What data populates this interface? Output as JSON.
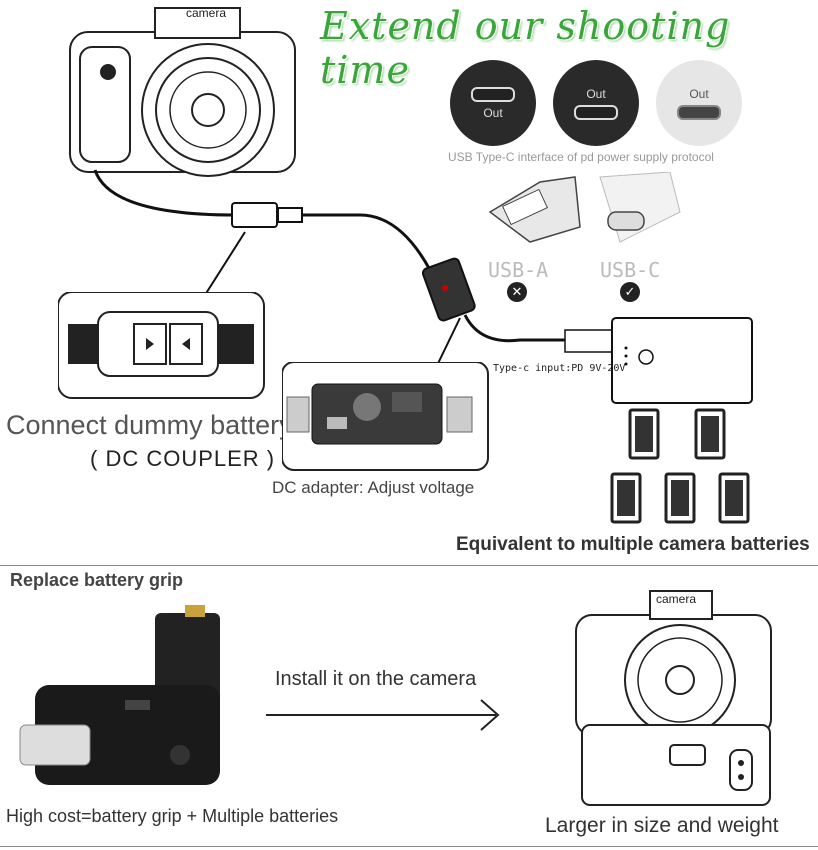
{
  "header": {
    "title": "Extend our shooting time"
  },
  "camera_top": {
    "label": "camera"
  },
  "camera_bottom": {
    "label": "camera"
  },
  "ports": [
    {
      "label": "Out",
      "style": "dark"
    },
    {
      "label": "Out",
      "style": "dark"
    },
    {
      "label": "Out",
      "style": "light"
    }
  ],
  "ports_caption": "USB Type-C interface of pd power supply protocol",
  "usb": {
    "a_label": "USB-A",
    "a_mark": "✕",
    "c_label": "USB-C",
    "c_mark": "✓"
  },
  "power_bank": {
    "input_label": "Type-c input:PD 9V-20V"
  },
  "dummy": {
    "line1": "Connect dummy battery",
    "line2": "( DC COUPLER )"
  },
  "dc_adapter": "DC adapter: Adjust voltage",
  "batteries_caption": "Equivalent to multiple camera batteries",
  "grip": {
    "title": "Replace battery grip",
    "install": "Install it on the camera",
    "high_cost": "High cost=battery grip + Multiple batteries",
    "larger": "Larger in size and weight"
  },
  "colors": {
    "title_green": "#3aa63a",
    "line": "#888888"
  }
}
